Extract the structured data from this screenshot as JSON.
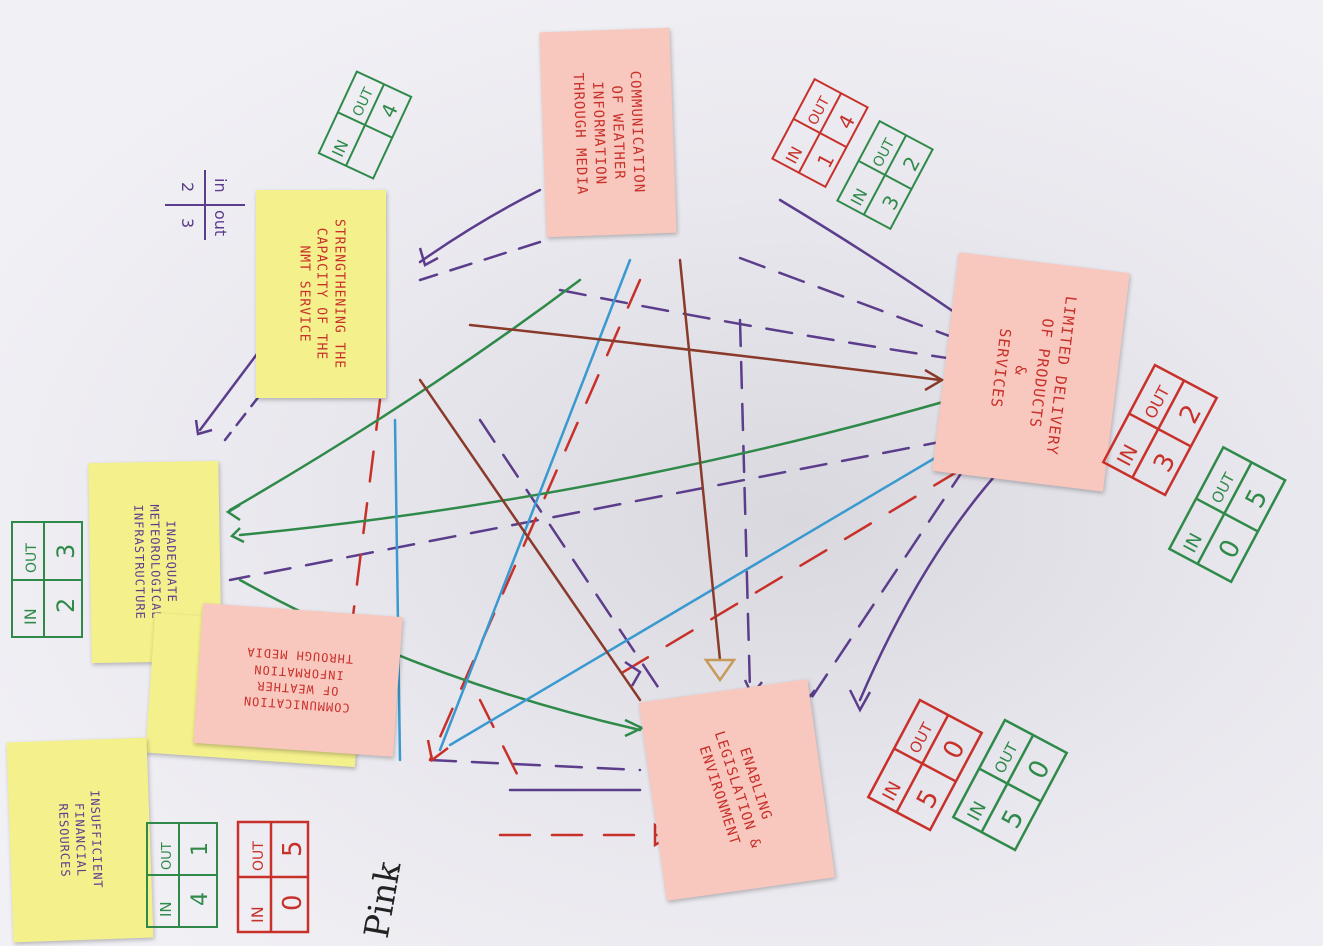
{
  "notes": {
    "strengthening": "STRENGTHENING THE\nCAPACITY OF THE\nNMT SERVICE",
    "communication_top": "COMMUNICATION\nOF WEATHER\nINFORMATION\nTHROUGH MEDIA",
    "limited_delivery": "LIMITED DELIVERY\nOF PRODUCTS\n&\nSERVICES",
    "inadequate": "INADEQUATE\nMETEOROLOGICAL\nINFRASTRUCTURE",
    "communication_lower": "COMMUNICATION\nOF WEATHER\nINFORMATION\nTHROUGH MEDIA",
    "enabling": "ENABLING\nLEGISLATION &\nENVIRONMENT",
    "insufficient": "INSUFFICIENT\nFINANCIAL\nRESOURCES"
  },
  "tallies": {
    "in_label": "IN",
    "out_label": "OUT",
    "in_short": "in",
    "out_short": "out",
    "purple_top_in": "2",
    "purple_top_out": "3",
    "green_top_in": "",
    "green_top_out": "4",
    "red_comm_in": "1",
    "red_comm_out": "4",
    "green_comm_in": "3",
    "green_comm_out": "2",
    "red_limited_in": "3",
    "red_limited_out": "2",
    "green_limited_in": "0",
    "green_limited_out": "5",
    "green_inadequate_in": "2",
    "green_inadequate_out": "3",
    "red_enabling_in": "5",
    "red_enabling_out": "0",
    "green_enabling_in": "5",
    "green_enabling_out": "0",
    "red_insufficient_in": "0",
    "red_insufficient_out": "5",
    "green_insufficient_in": "4",
    "green_insufficient_out": "1"
  },
  "handwriting": {
    "pink_label": "Pink"
  },
  "colors": {
    "red_ink": "#c8302a",
    "green_ink": "#2f8a4a",
    "purple_ink": "#5b3d8c",
    "blue_ink": "#3a9ad0",
    "brown_ink": "#8a3a2a",
    "yellow_note": "#f4f08c",
    "pink_note": "#f8c7be"
  }
}
